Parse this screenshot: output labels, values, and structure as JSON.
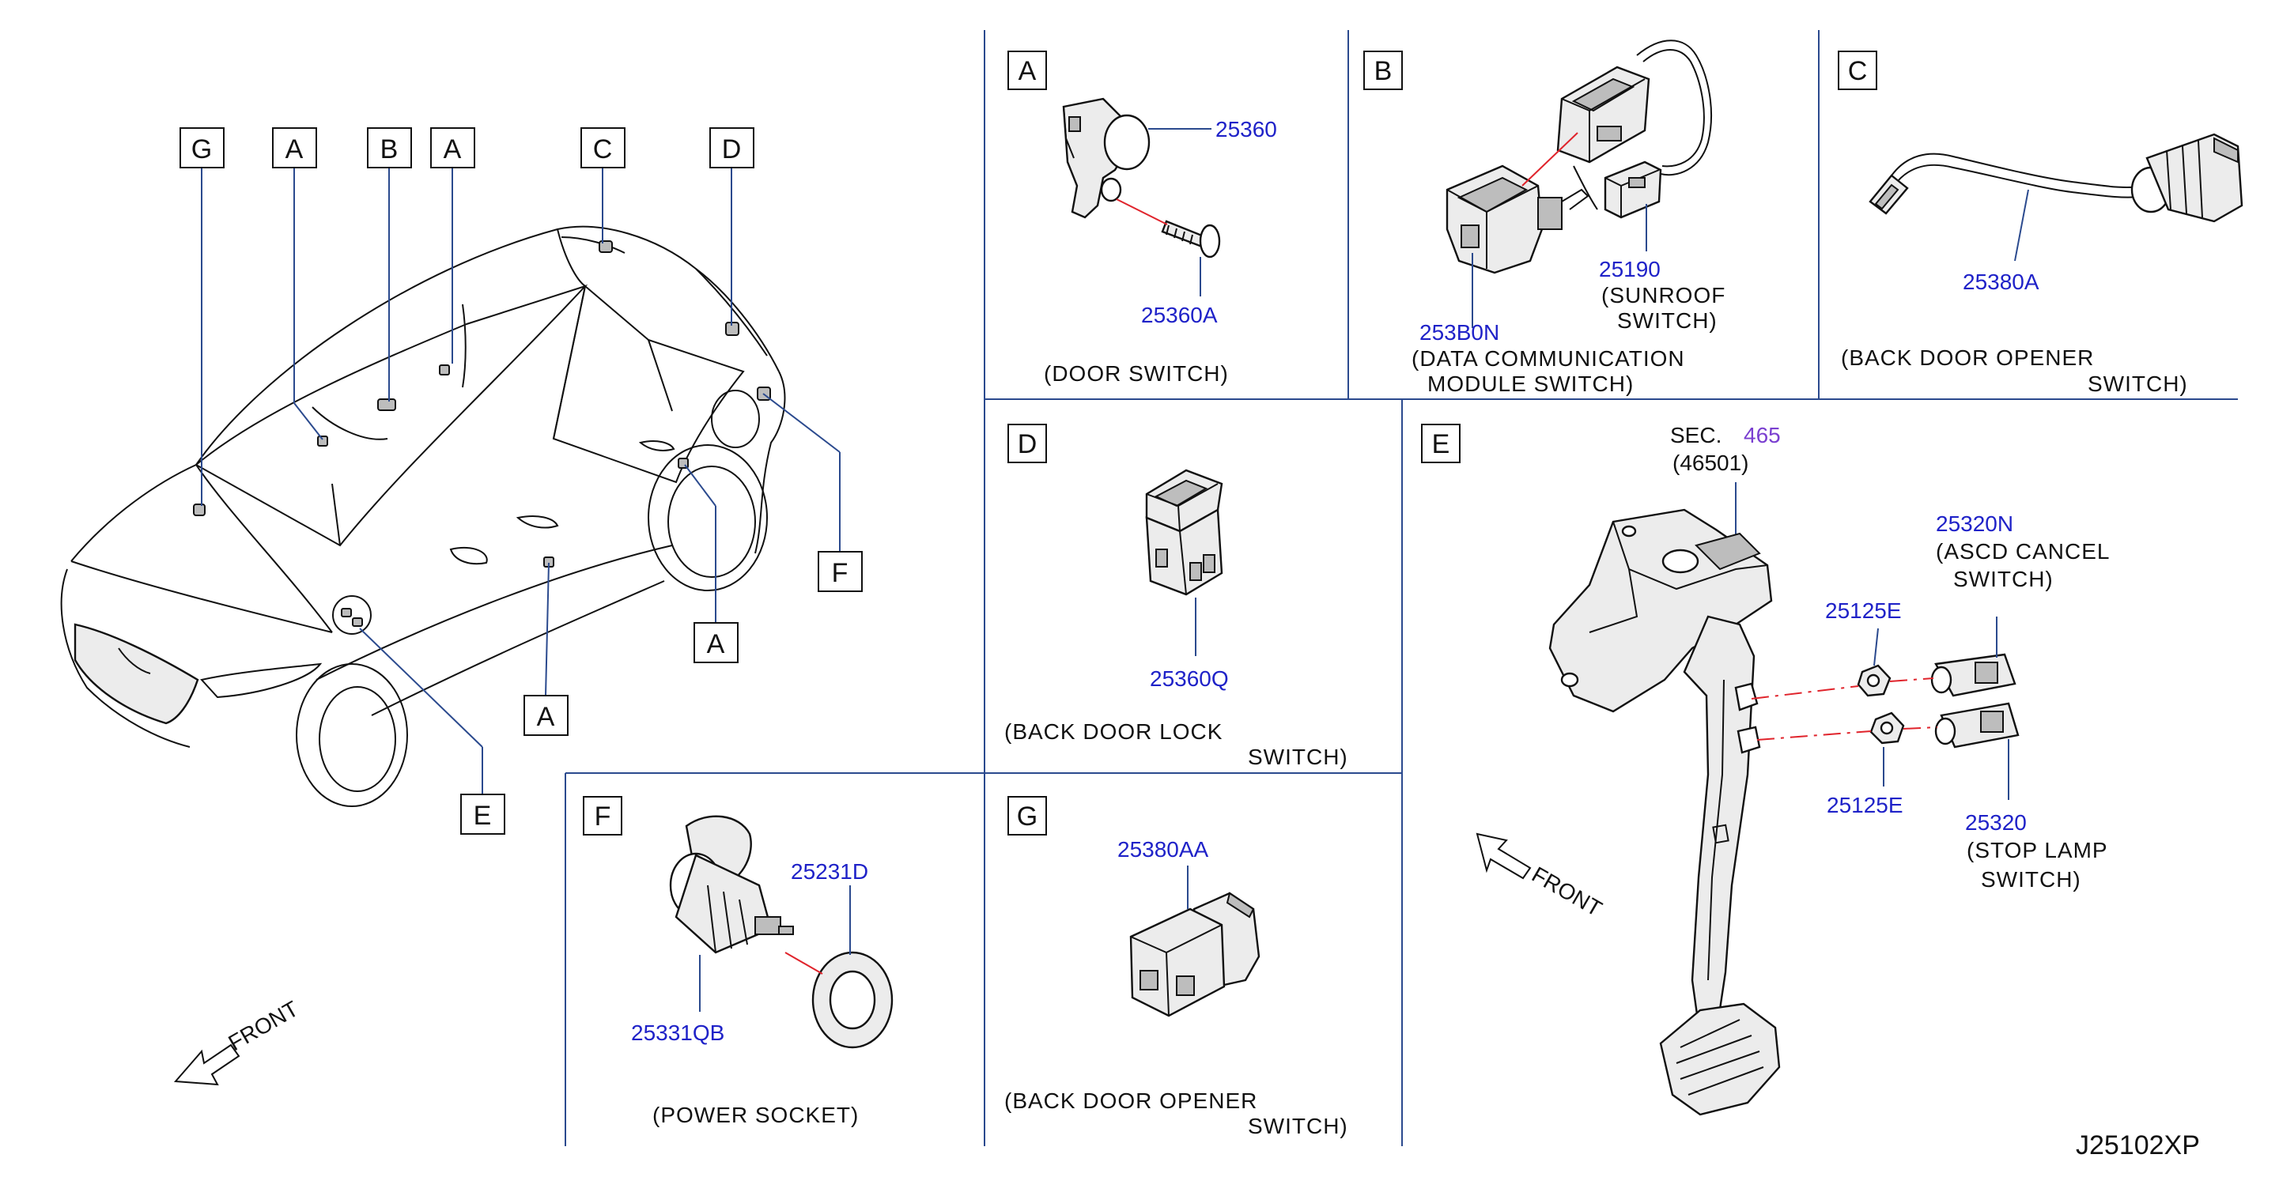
{
  "overview": {
    "callouts": [
      "G",
      "A",
      "B",
      "A",
      "C",
      "D",
      "F",
      "A",
      "A",
      "E"
    ],
    "front_label": "FRONT"
  },
  "panels": {
    "A": {
      "letter": "A",
      "parts": [
        {
          "number": "25360"
        },
        {
          "number": "25360A"
        }
      ],
      "caption": "(DOOR   SWITCH)"
    },
    "B": {
      "letter": "B",
      "parts": [
        {
          "number": "253B0N",
          "name_lines": [
            "(DATA   COMMUNICATION",
            "MODULE   SWITCH)"
          ]
        },
        {
          "number": "25190",
          "name_lines": [
            "(SUNROOF",
            "SWITCH)"
          ]
        }
      ]
    },
    "C": {
      "letter": "C",
      "parts": [
        {
          "number": "25380A"
        }
      ],
      "caption_lines": [
        "(BACK    DOOR    OPENER",
        "SWITCH)"
      ]
    },
    "D": {
      "letter": "D",
      "parts": [
        {
          "number": "25360Q"
        }
      ],
      "caption_lines": [
        "(BACK    DOOR    LOCK",
        "SWITCH)"
      ]
    },
    "E": {
      "letter": "E",
      "sec_prefix": "SEC.",
      "sec_number": "465",
      "sec_sub": "(46501)",
      "parts": [
        {
          "number": "25320N",
          "name_lines": [
            "(ASCD    CANCEL",
            "SWITCH)"
          ]
        },
        {
          "number": "25125E"
        },
        {
          "number": "25125E"
        },
        {
          "number": "25320",
          "name_lines": [
            "(STOP    LAMP",
            "SWITCH)"
          ]
        }
      ],
      "front_label": "FRONT"
    },
    "F": {
      "letter": "F",
      "parts": [
        {
          "number": "25231D"
        },
        {
          "number": "25331QB"
        }
      ],
      "caption": "(POWER    SOCKET)"
    },
    "G": {
      "letter": "G",
      "parts": [
        {
          "number": "25380AA"
        }
      ],
      "caption_lines": [
        "(BACK    DOOR    OPENER",
        "SWITCH)"
      ]
    }
  },
  "drawing_code": "J25102XP"
}
